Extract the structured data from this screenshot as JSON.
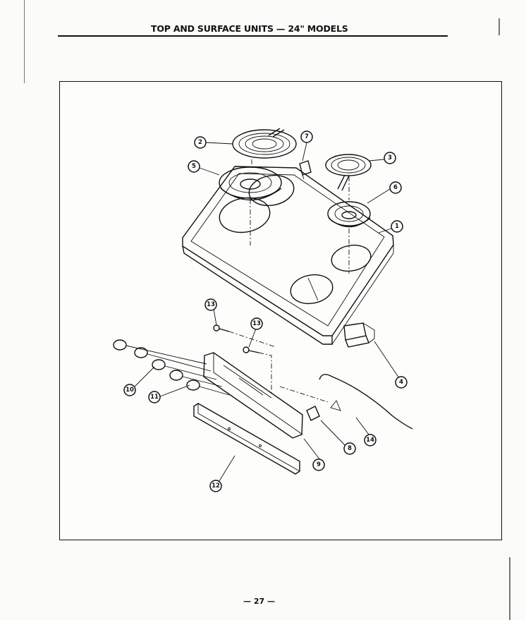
{
  "page": {
    "title": "TOP AND SURFACE UNITS — 24\" MODELS",
    "page_number": "— 27 —"
  },
  "diagram": {
    "callouts": [
      {
        "id": "c2",
        "label": "2"
      },
      {
        "id": "c5",
        "label": "5"
      },
      {
        "id": "c7",
        "label": "7"
      },
      {
        "id": "c3",
        "label": "3"
      },
      {
        "id": "c6",
        "label": "6"
      },
      {
        "id": "c1",
        "label": "1"
      },
      {
        "id": "c13a",
        "label": "13"
      },
      {
        "id": "c13b",
        "label": "13"
      },
      {
        "id": "c4",
        "label": "4"
      },
      {
        "id": "c10",
        "label": "10"
      },
      {
        "id": "c11",
        "label": "11"
      },
      {
        "id": "c14",
        "label": "14"
      },
      {
        "id": "c8",
        "label": "8"
      },
      {
        "id": "c9",
        "label": "9"
      },
      {
        "id": "c12",
        "label": "12"
      }
    ]
  }
}
